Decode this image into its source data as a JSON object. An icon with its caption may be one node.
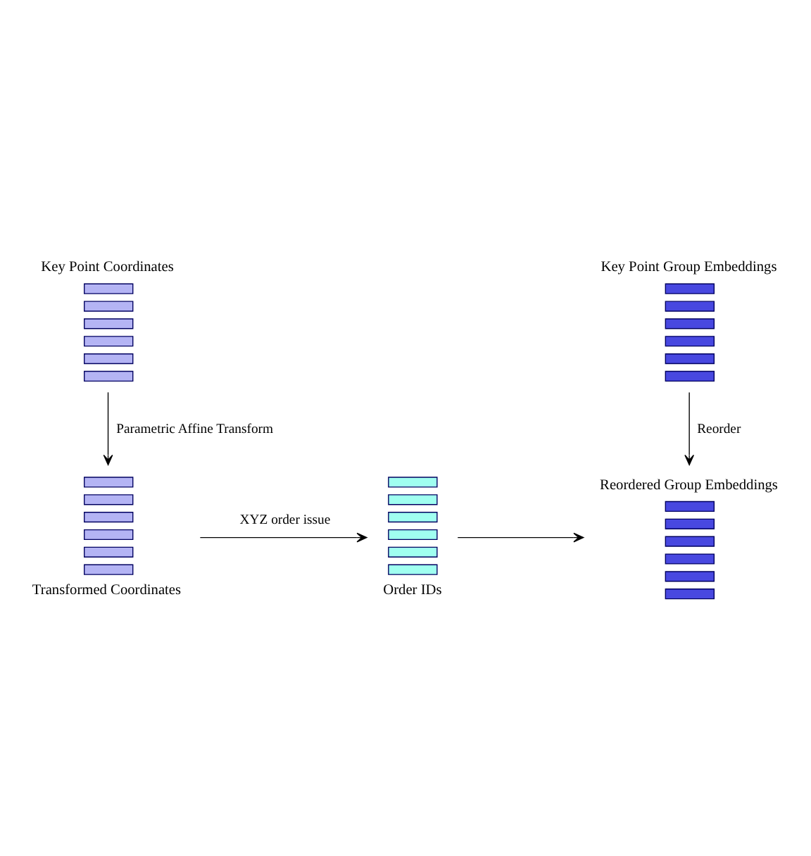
{
  "diagram": {
    "nodes": [
      {
        "text": [
          "Key Point Coordinates"
        ]
      },
      {
        "text": [
          "Key Point Group Embeddings"
        ]
      },
      {
        "text": [
          "Reordered Group Embeddings"
        ]
      },
      {
        "text": [
          "Transformed Coordinates"
        ]
      },
      {
        "text": [
          "Order IDs"
        ]
      }
    ],
    "edges": [
      {
        "from": 0,
        "to": 3,
        "arrow": "to",
        "label": "Parametric Affine Transform"
      },
      {
        "from": 3,
        "to": 4,
        "arrow": "to",
        "label": "XYZ order issue"
      },
      {
        "from": 1,
        "to": 2,
        "arrow": "to",
        "label": "Reorder"
      },
      {
        "from": 4,
        "to": 2,
        "arrow": "to"
      }
    ]
  }
}
